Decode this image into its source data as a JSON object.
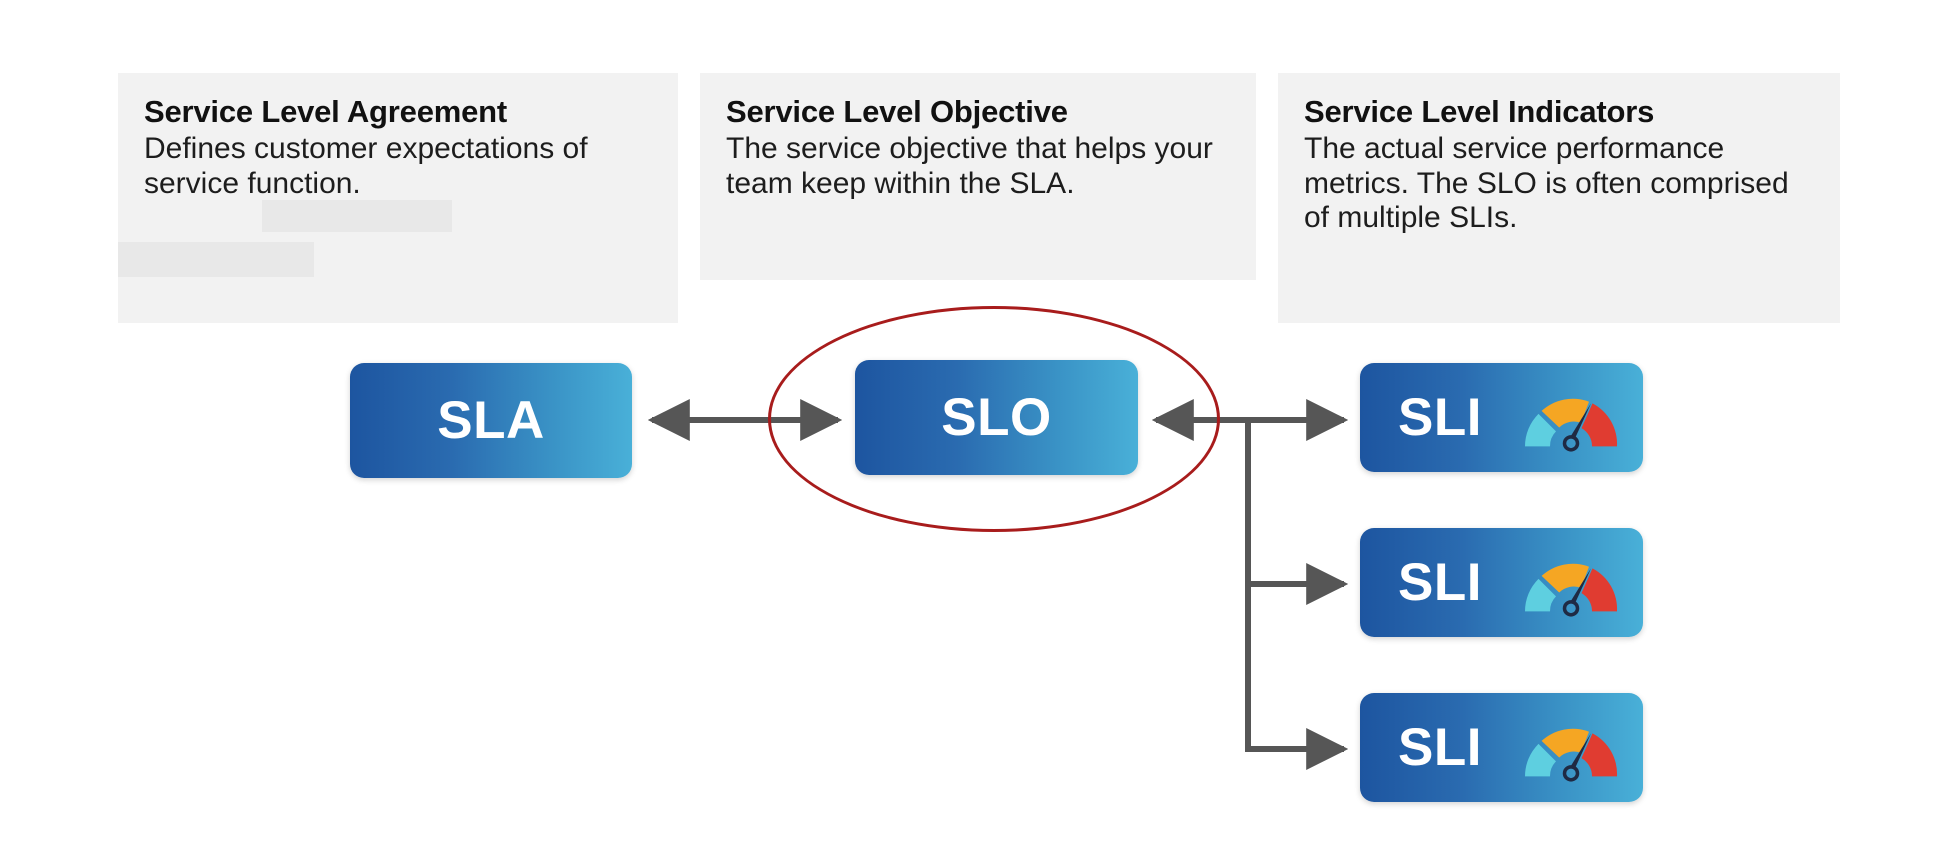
{
  "diagram": {
    "title": "SLA, SLO and SLI relationship diagram",
    "background_color": "#ffffff",
    "cards": [
      {
        "id": "sla",
        "title": "Service Level Agreement",
        "body": "Defines customer expectations of service function.",
        "background_color": "#f2f2f2",
        "redactions": 2
      },
      {
        "id": "slo",
        "title": "Service Level Objective",
        "body": "The service objective that helps your team keep within the SLA.",
        "background_color": "#f2f2f2",
        "redactions": 0
      },
      {
        "id": "sli",
        "title": "Service Level Indicators",
        "body": "The actual service performance metrics. The SLO is often comprised of multiple SLIs.",
        "background_color": "#f2f2f2",
        "redactions": 0
      }
    ],
    "nodes": [
      {
        "id": "sla",
        "label": "SLA",
        "has_gauge": false
      },
      {
        "id": "slo",
        "label": "SLO",
        "has_gauge": false,
        "highlighted": true
      },
      {
        "id": "sli-1",
        "label": "SLI",
        "has_gauge": true
      },
      {
        "id": "sli-2",
        "label": "SLI",
        "has_gauge": true
      },
      {
        "id": "sli-3",
        "label": "SLI",
        "has_gauge": true
      }
    ],
    "connectors": [
      {
        "id": "sla-slo",
        "from": "sla",
        "to": "slo",
        "style": "double-arrow"
      },
      {
        "id": "slo-sli-1",
        "from": "slo",
        "to": "sli-1",
        "style": "double-arrow"
      },
      {
        "id": "slo-sli-2",
        "from": "slo",
        "to": "sli-2",
        "style": "single-arrow-branch"
      },
      {
        "id": "slo-sli-3",
        "from": "slo",
        "to": "sli-3",
        "style": "single-arrow-branch"
      }
    ],
    "highlight": {
      "shape": "ellipse",
      "target": "slo",
      "color": "#a81c1c"
    },
    "colors": {
      "node_gradient_start": "#1d55a0",
      "node_gradient_end": "#49b0d8",
      "node_label": "#ffffff",
      "card_background": "#f2f2f2",
      "redaction": "#e8e8e8",
      "title_text": "#111111",
      "body_text": "#1d1d1d",
      "connector": "#565656",
      "highlight_ellipse": "#a81c1c",
      "gauge_low": "#5ecfe0",
      "gauge_mid": "#f5a623",
      "gauge_high": "#e03c31",
      "gauge_needle": "#1f2a44"
    },
    "gauge": {
      "name": "gauge-icon",
      "segments": [
        "low",
        "mid",
        "high"
      ],
      "needle_position": "high-mid boundary"
    }
  }
}
